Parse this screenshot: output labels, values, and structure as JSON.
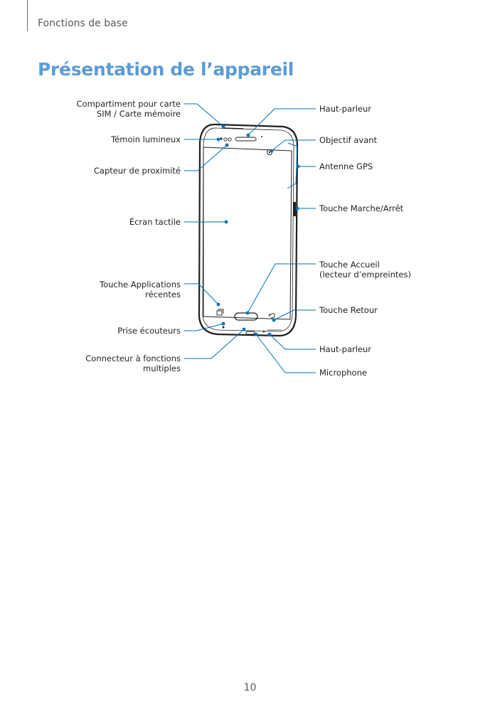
{
  "header": {
    "section": "Fonctions de base",
    "title": "Présentation de l’appareil"
  },
  "labels_left": {
    "sim_tray": [
      "Compartiment pour carte",
      "SIM / Carte mémoire"
    ],
    "led": "Témoin lumineux",
    "proximity": "Capteur de proximité",
    "touchscreen": "Écran tactile",
    "recent_apps": [
      "Touche Applications",
      "récentes"
    ],
    "earphone_jack": "Prise écouteurs",
    "multipurpose_jack": [
      "Connecteur à fonctions",
      "multiples"
    ]
  },
  "labels_right": {
    "earpiece": "Haut-parleur",
    "front_camera": "Objectif avant",
    "gps_antenna": "Antenne GPS",
    "power_key": "Touche Marche/Arrêt",
    "home_key": [
      "Touche Accueil",
      "(lecteur d’empreintes)"
    ],
    "back_key": "Touche Retour",
    "speaker": "Haut-parleur",
    "microphone": "Microphone"
  },
  "colors": {
    "accent": "#5b9bd5",
    "callout": "#0072bc",
    "text": "#231f20",
    "muted": "#58595b"
  },
  "footer": {
    "page_number": "10"
  }
}
